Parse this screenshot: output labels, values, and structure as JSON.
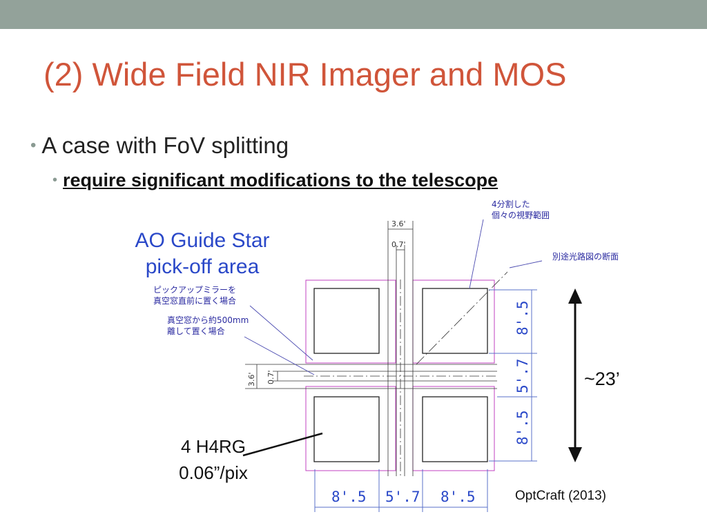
{
  "slide": {
    "title": "(2) Wide Field NIR Imager and MOS",
    "bullet_1": "A case with FoV splitting",
    "bullet_2": "require significant modifications to the telescope",
    "bullet_marker": "•",
    "ao_label_line1": "AO Guide Star",
    "ao_label_line2": "pick-off area",
    "detector_line1": "4 H4RG",
    "detector_line2": "0.06”/pix",
    "field_size": "~23’",
    "credit": "OptCraft (2013)"
  },
  "diagram": {
    "annotations": {
      "split_fov_line1": "4分割した",
      "split_fov_line2": "個々の視野範囲",
      "separate_path": "別途光路図の断面",
      "mirror_line1": "ピックアップミラーを",
      "mirror_line2": "真空窓直前に置く場合",
      "window_line1": "真空窓から約500mm",
      "window_line2": "離して置く場合"
    },
    "dimensions": {
      "top_outer": "3.6'",
      "top_inner": "0.7'",
      "left_outer": "3.6'",
      "left_inner": "0.7'",
      "right_top": "8'.5",
      "right_mid": "5'.7",
      "right_bottom": "8'.5",
      "bottom_left": "8'.5",
      "bottom_mid": "5'.7",
      "bottom_right": "8'.5"
    }
  },
  "colors": {
    "title": "#d0553a",
    "top_bar": "#93a29a",
    "label_blue": "#2a48c8",
    "magenta_path": "#c040c0"
  }
}
